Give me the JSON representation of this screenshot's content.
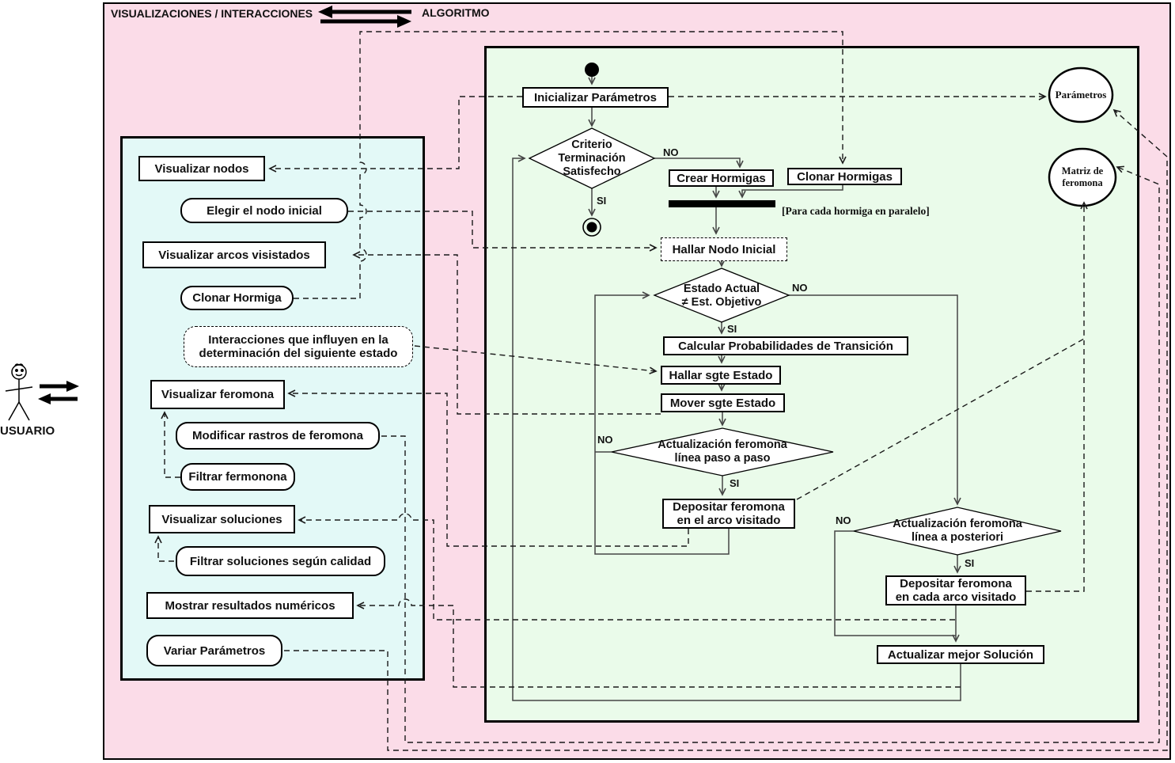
{
  "header": {
    "left_title": "VISUALIZACIONES / INTERACCIONES",
    "right_title": "ALGORITMO"
  },
  "actor": {
    "label": "USUARIO"
  },
  "colors": {
    "panel_pink": "#fbdce8",
    "panel_cyan": "#e3f9f7",
    "panel_green": "#eafbea",
    "node_fill": "#ffffff",
    "flow_line": "#444444",
    "dashed_line": "#1a1a1a"
  },
  "visualizaciones": {
    "nodos": "Visualizar nodos",
    "elegir": "Elegir el nodo inicial",
    "arcos": "Visualizar arcos visistados",
    "clonar": "Clonar Hormiga",
    "inter_l1": "Interacciones que influyen en la",
    "inter_l2": "determinación del siguiente estado",
    "feromona": "Visualizar feromona",
    "modificar": "Modificar rastros de feromona",
    "filtrar_feromona": "Filtrar fermonona",
    "soluciones": "Visualizar soluciones",
    "filtrar_soluciones": "Filtrar soluciones según calidad",
    "resultados": "Mostrar resultados numéricos",
    "variar": "Variar Parámetros"
  },
  "algoritmo": {
    "inicializar": "Inicializar Parámetros",
    "criterio_l1": "Criterio",
    "criterio_l2": "Terminación",
    "criterio_l3": "Satisfecho",
    "crear": "Crear Hormigas",
    "clonar": "Clonar Hormigas",
    "paralelo": "[Para cada hormiga en paralelo]",
    "hallar_nodo": "Hallar Nodo Inicial",
    "estado_l1": "Estado Actual",
    "estado_l2": "≠ Est. Objetivo",
    "calcular": "Calcular Probabilidades de Transición",
    "hallar_sgte": "Hallar sgte Estado",
    "mover": "Mover sgte Estado",
    "paso_l1": "Actualización feromona",
    "paso_l2": "línea paso a paso",
    "dep1_l1": "Depositar feromona",
    "dep1_l2": "en el arco visitado",
    "post_l1": "Actualización feromona",
    "post_l2": "línea a posteriori",
    "dep2_l1": "Depositar feromona",
    "dep2_l2": "en cada arco visitado",
    "actualizar": "Actualizar mejor Solución",
    "parametros": "Parámetros",
    "matriz_l1": "Matriz de",
    "matriz_l2": "feromona",
    "si": "SI",
    "no": "NO"
  }
}
